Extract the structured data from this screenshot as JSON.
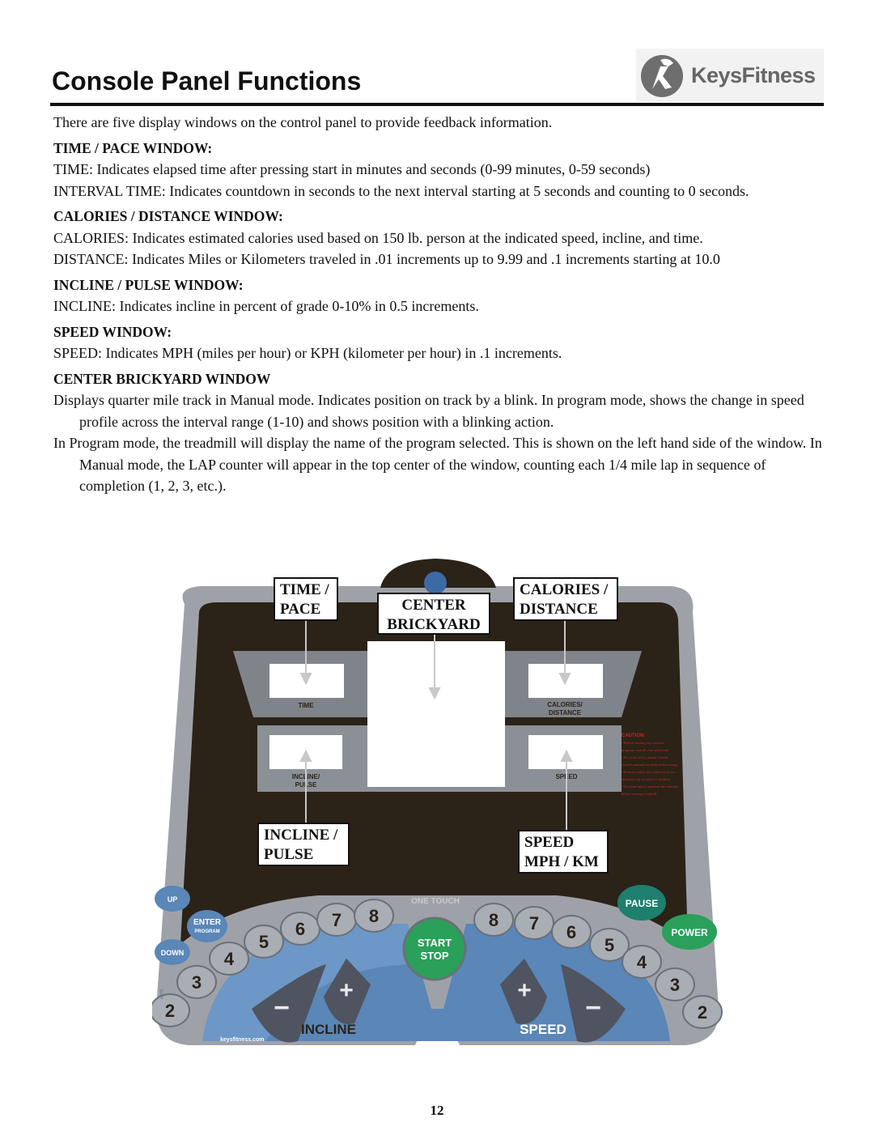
{
  "header": {
    "title": "Console Panel Functions",
    "logo_text": "KeysFitness"
  },
  "body": {
    "intro": "There are five display windows on the control panel to provide feedback information.",
    "sections": [
      {
        "heading": "TIME / PACE WINDOW:",
        "paragraphs": [
          "TIME:  Indicates elapsed time after pressing start in minutes and seconds (0-99 minutes, 0-59 seconds)",
          "INTERVAL TIME: Indicates countdown in seconds to the next interval starting at 5 seconds and counting to 0 seconds."
        ]
      },
      {
        "heading": "CALORIES / DISTANCE WINDOW:",
        "paragraphs": [
          "CALORIES: Indicates estimated calories used based on 150 lb. person at the indicated speed, incline, and time.",
          "DISTANCE: Indicates Miles or Kilometers traveled in .01 increments up to 9.99 and .1 increments starting at 10.0"
        ]
      },
      {
        "heading": "INCLINE / PULSE WINDOW:",
        "paragraphs": [
          "INCLINE: Indicates incline in percent of grade 0-10% in 0.5 increments."
        ]
      },
      {
        "heading": "SPEED WINDOW:",
        "paragraphs": [
          "SPEED: Indicates MPH (miles per hour) or KPH (kilometer per hour) in .1 increments."
        ]
      },
      {
        "heading": "CENTER BRICKYARD WINDOW",
        "paragraphs": [
          "Displays quarter mile track in Manual mode. Indicates position on track by a blink. In program mode, shows the change in speed profile across the interval range (1-10) and shows position with a blinking action.",
          "In Program mode, the treadmill will display the name of the program selected. This is shown on the left hand side of the window. In Manual mode, the LAP counter will appear in the top center of the window, counting each 1/4 mile lap in sequence of completion (1, 2, 3, etc.)."
        ]
      }
    ]
  },
  "diagram": {
    "callouts": {
      "time_pace_1": "TIME /",
      "time_pace_2": "PACE",
      "center_1": "CENTER",
      "center_2": "BRICKYARD",
      "calories_1": "CALORIES /",
      "calories_2": "DISTANCE",
      "incline_1": "INCLINE /",
      "incline_2": "PULSE",
      "speed_1": "SPEED",
      "speed_2": "MPH / KM"
    },
    "window_labels": {
      "time": "TIME",
      "calories_1": "CALORIES/",
      "calories_2": "DISTANCE",
      "incline_1": "INCLINE/",
      "incline_2": "PULSE",
      "speed": "SPEED"
    },
    "caution": {
      "title": "CAUTION:",
      "lines": [
        "• Before starting any exercise",
        "program, consult your physician.",
        "• For your safety, please consult",
        "owner's manual carefully before using.",
        "• Remove safety key when not in use",
        "and store out of reach of children.",
        "• To avoid injury, stand on the siderails",
        "before starting treadmill."
      ]
    },
    "buttons": {
      "up": "UP",
      "enter": "ENTER",
      "program": "PROGRAM",
      "down": "DOWN",
      "pause": "PAUSE",
      "power": "POWER",
      "one_touch": "ONE TOUCH",
      "start": "START",
      "stop": "STOP",
      "incline": "INCLINE",
      "speed": "SPEED",
      "plus": "+",
      "minus": "−",
      "left_keys": [
        "2",
        "3",
        "4",
        "5",
        "6",
        "7",
        "8"
      ],
      "right_keys": [
        "8",
        "7",
        "6",
        "5",
        "4",
        "3",
        "2"
      ]
    },
    "website": "keysfitness.com",
    "part_no": "6879"
  },
  "footer": {
    "page_number": "12"
  },
  "colors": {
    "panel_grey": "#9ea2a8",
    "panel_dark": "#2b2218",
    "incline_speed_blue": "#5a86b8",
    "start_green": "#2aa05a",
    "pause_teal": "#1e7f6e",
    "caution_red": "#c8281e"
  }
}
